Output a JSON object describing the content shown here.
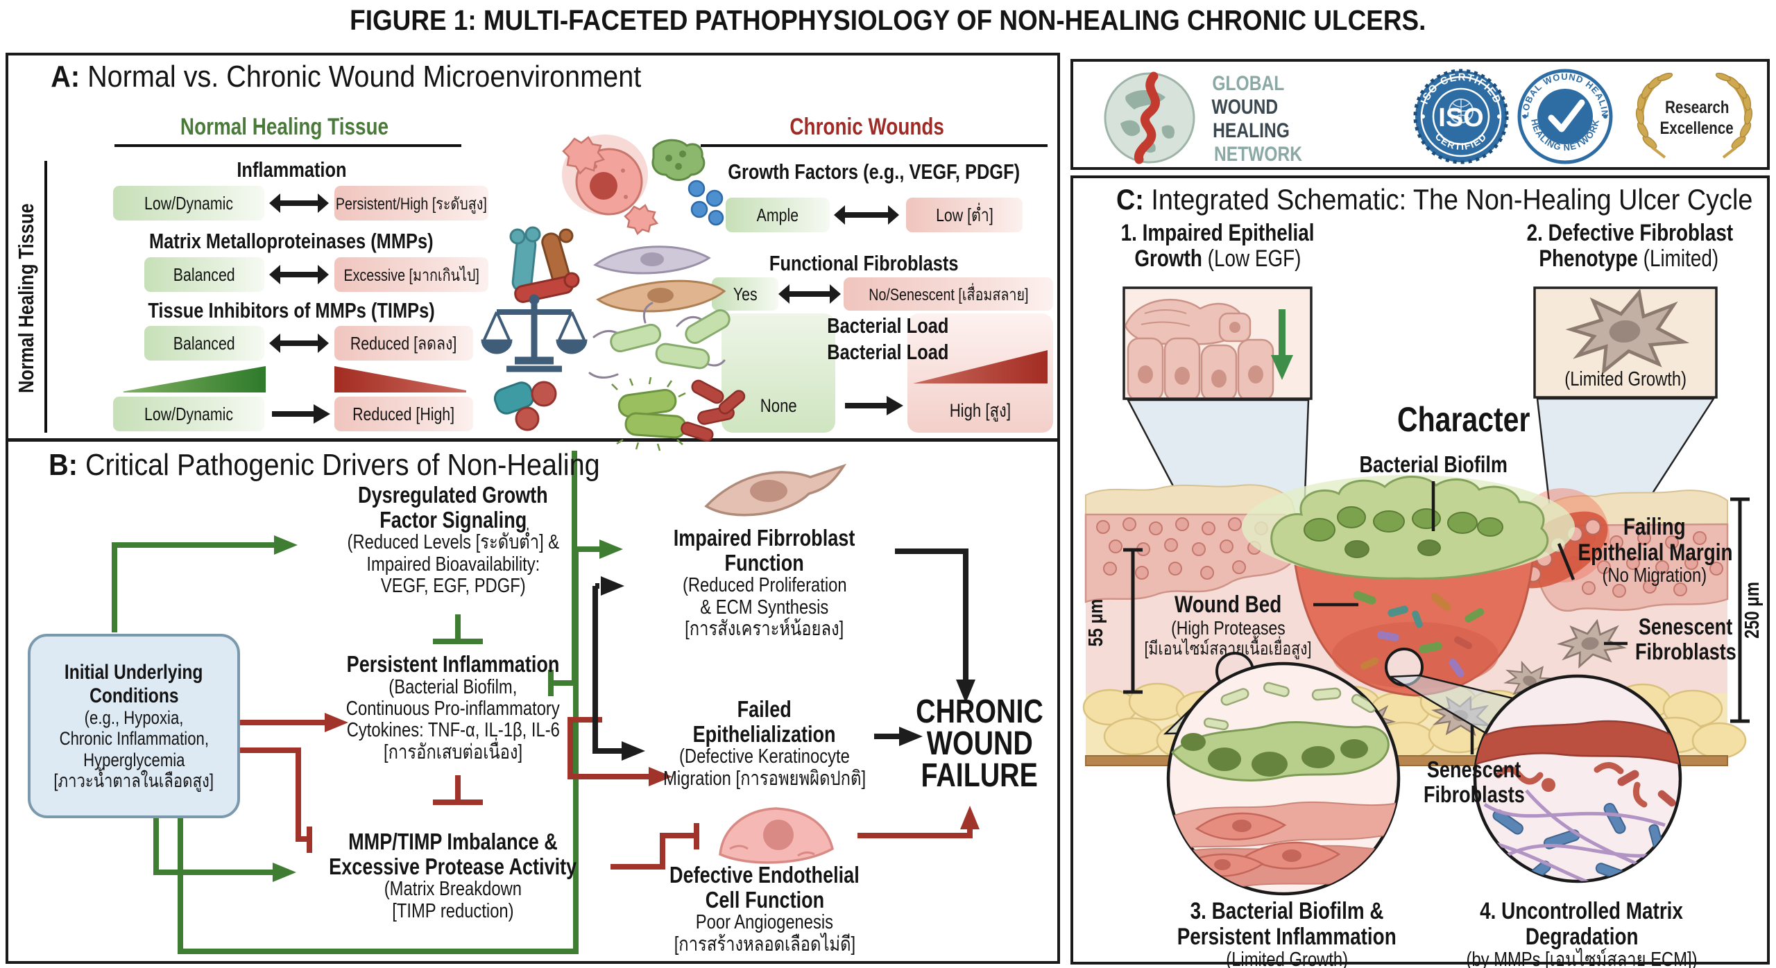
{
  "title": "FIGURE 1: MULTI-FACETED PATHOPHYSIOLOGY OF NON-HEALING CHRONIC ULCERS.",
  "colors": {
    "normal_green": "#4a7a3a",
    "chronic_red": "#9e2b25",
    "arrow_green": "#3e7d32",
    "arrow_red": "#a0342b",
    "arrow_black": "#1d1d1d",
    "badge_blue": "#2e6da4",
    "laurel_gold": "#c9a24b",
    "initial_box_bg": "#dde9f3"
  },
  "panel_a": {
    "tag": "A:",
    "heading": "Normal vs. Chronic Wound Microenvironment",
    "side_label": "Normal Healing Tissue",
    "normal_header": "Normal Healing Tissue",
    "chronic_header": "Chronic Wounds",
    "rows": {
      "inflammation": {
        "title": "Inflammation",
        "normal": "Low/Dynamic",
        "chronic": "Persistent/High [ระดับสูง]"
      },
      "mmps": {
        "title": "Matrix Metalloproteinases (MMPs)",
        "normal": "Balanced",
        "chronic": "Excessive [มากเกินไป]"
      },
      "timps": {
        "title": "Tissue Inhibitors of MMPs (TIMPs)",
        "normal": "Balanced",
        "chronic": "Reduced [ลดลง]"
      },
      "trend": {
        "normal": "Low/Dynamic",
        "chronic": "Reduced [High]"
      },
      "growth_factors": {
        "title": "Growth Factors (e.g., VEGF, PDGF)",
        "normal": "Ample",
        "chronic": "Low [ต่ำ]"
      },
      "fibroblasts": {
        "title": "Functional Fibroblasts",
        "normal": "Yes",
        "chronic": "No/Senescent [เสื่อมสลาย]"
      },
      "bacterial": {
        "title1": "Bacterial Load",
        "title2": "Bacterial Load",
        "normal": "None",
        "chronic": "High [สูง]"
      }
    }
  },
  "panel_b": {
    "tag": "B:",
    "heading": "Critical Pathogenic Drivers of Non-Healing",
    "initial": {
      "bold1": "Initial Underlying",
      "bold2": "Conditions",
      "l1": "(e.g., Hypoxia,",
      "l2": "Chronic Inflammation,",
      "l3": "Hyperglycemia",
      "l4": "[ภาวะน้ำตาลในเลือดสูง]"
    },
    "gf": {
      "bold1": "Dysregulated Growth",
      "bold2": "Factor Signaling",
      "l1": "(Reduced Levels [ระดับต่ำ] &",
      "l2": "Impaired Bioavailability:",
      "l3": "VEGF, EGF, PDGF)"
    },
    "inflam": {
      "bold1": "Persistent Inflammation",
      "l1": "(Bacterial Biofilm,",
      "l2": "Continuous Pro-inflammatory",
      "l3": "Cytokines: TNF-α, IL-1β, IL-6",
      "l4": "[การอักเสบต่อเนื่อง]"
    },
    "mmp": {
      "bold1": "MMP/TIMP Imbalance &",
      "bold2": "Excessive Protease Activity",
      "l1": "(Matrix Breakdown",
      "l2": "[TIMP reduction)"
    },
    "fibro": {
      "bold1": "Impaired Fibrroblast",
      "bold2": "Function",
      "l1": "(Reduced Proliferation",
      "l2": "& ECM Synthesis",
      "l3": "[การสังเคราะห์น้อยลง]"
    },
    "epith": {
      "bold1": "Failed",
      "bold2": "Epithelialization",
      "l1": "(Defective Keratinocyte",
      "l2": "Migration [การอพยพผิดปกติ]"
    },
    "endo": {
      "bold1": "Defective Endothelial",
      "bold2": "Cell Function",
      "l1": "Poor Angiogenesis",
      "l2": "[การสร้างหลอดเลือดไม่ดี]"
    },
    "outcome": {
      "l1": "CHRONIC",
      "l2": "WOUND",
      "l3": "FAILURE"
    }
  },
  "logos": {
    "org": {
      "l1": "GLOBAL",
      "l2": "WOUND",
      "l3": "HEALING",
      "l4": "NETWORK"
    },
    "iso": {
      "arc_top": "ISO CERTIFIED",
      "center": "ISO",
      "arc_bottom": "CERTIFIED"
    },
    "gwhn": {
      "arc_top": "GLOBAL WOUND HEALING",
      "arc_bottom": "HEALING NETWORK"
    },
    "research": {
      "l1": "Research",
      "l2": "Excellence"
    }
  },
  "panel_c": {
    "tag": "C:",
    "heading": "Integrated Schematic: The Non-Healing Ulcer Cycle",
    "item1": {
      "l1": "1. Impaired Epithelial",
      "l2b": "Growth",
      "l2r": "(Low EGF)"
    },
    "item2": {
      "l1": "2. Defective Fibroblast",
      "l2b": "Phenotype",
      "l2r": "(Limited)"
    },
    "limited_growth": "(Limited Growth)",
    "character": "Character",
    "biofilm": "Bacterial Biofilm",
    "wound_bed": {
      "bold": "Wound Bed",
      "l1": "(High Proteases",
      "l2": "[มีเอนไซม์สลายเนื้อเยื่อสูง]"
    },
    "margin": {
      "b1": "Failing",
      "b2": "Epithelial Margin",
      "l3": "(No Migration)"
    },
    "senescent_r": {
      "l1": "Senescent",
      "l2": "Fibroblasts"
    },
    "senescent_c": {
      "l1": "Senescent",
      "l2": "Fibroblasts"
    },
    "scale_left": "55 μm",
    "scale_right": "250 μm",
    "item3": {
      "b1": "3. Bacterial Biofilm &",
      "b2": "Persistent Inflammation",
      "l3": "(Limited Growth)"
    },
    "item4": {
      "b1": "4. Uncontrolled Matrix",
      "b2": "Degradation",
      "l3": "(by MMPs [เอนไซม์สลาย ECM])"
    }
  }
}
